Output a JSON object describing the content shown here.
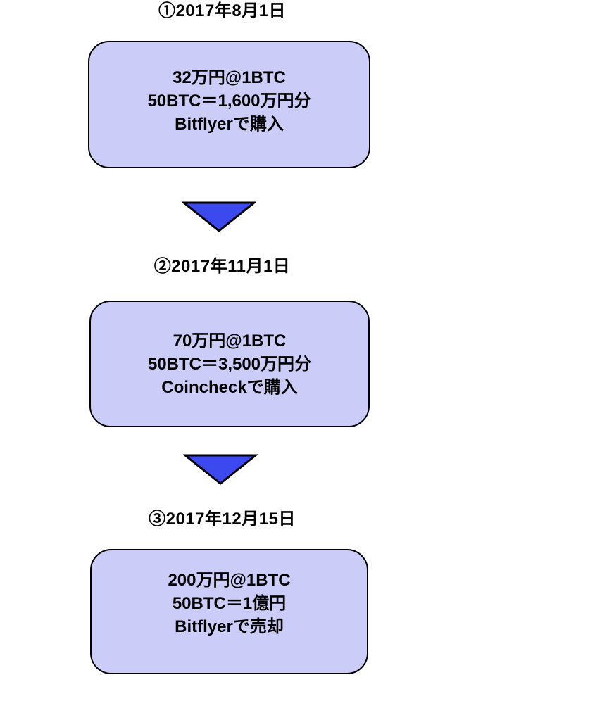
{
  "diagram": {
    "colors": {
      "background": "#ffffff",
      "box_fill": "#cbccf7",
      "box_border": "#000000",
      "arrow_fill": "#3b49ef",
      "text": "#000000"
    },
    "steps": [
      {
        "title": "①2017年8月1日",
        "lines": [
          "32万円@1BTC",
          "50BTC＝1,600万円分",
          "Bitflyerで購入"
        ]
      },
      {
        "title": "②2017年11月1日",
        "lines": [
          "70万円@1BTC",
          "50BTC＝3,500万円分",
          "Coincheckで購入"
        ]
      },
      {
        "title": "③2017年12月15日",
        "lines": [
          "200万円@1BTC",
          "50BTC＝1億円",
          "Bitflyerで売却"
        ]
      }
    ]
  }
}
